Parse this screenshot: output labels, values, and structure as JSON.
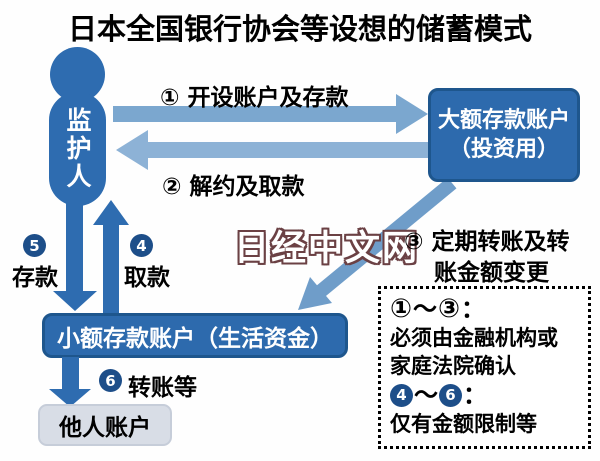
{
  "title": "日本全国银行协会等设想的储蓄模式",
  "watermark": "日经中文网",
  "colors": {
    "box_blue": "#2d6aad",
    "box_border": "#1e568d",
    "solid_arrow_blue": "#2e6cb0",
    "light_arrow_blue": "#7ba7cf",
    "lighter_arrow_blue": "#8db2d6",
    "diagonal_arrow_blue": "#6f9dc9",
    "badge_navy": "#1d4e89",
    "watermark_outline": "#6b4144",
    "other_box_gray": "#d8dde6"
  },
  "nodes": {
    "guardian": {
      "label": "监护人"
    },
    "large_account": {
      "line1": "大额存款账户",
      "line2": "（投资用）"
    },
    "small_account": {
      "label": "小额存款账户（生活资金）"
    },
    "other_account": {
      "label": "他人账户"
    }
  },
  "flows": {
    "open_deposit": {
      "num": "①",
      "label": "开设账户及存款"
    },
    "cancel_withdraw": {
      "num": "②",
      "label": "解约及取款"
    },
    "regular_transfer": {
      "num": "③",
      "line1": "定期转账及转",
      "line2": "账金额变更"
    },
    "withdraw": {
      "num": "4",
      "label": "取款"
    },
    "deposit": {
      "num": "5",
      "label": "存款"
    },
    "transfer_out": {
      "num": "6",
      "label": "转账等"
    }
  },
  "note": {
    "range1_from": "①",
    "range1_tilde": "～",
    "range1_to": "③",
    "range1_colon": "：",
    "range1_text1": "必须由金融机构或",
    "range1_text2": "家庭法院确认",
    "range2_from": "4",
    "range2_tilde": "～",
    "range2_to": "6",
    "range2_colon": "：",
    "range2_text": "仅有金额限制等"
  }
}
